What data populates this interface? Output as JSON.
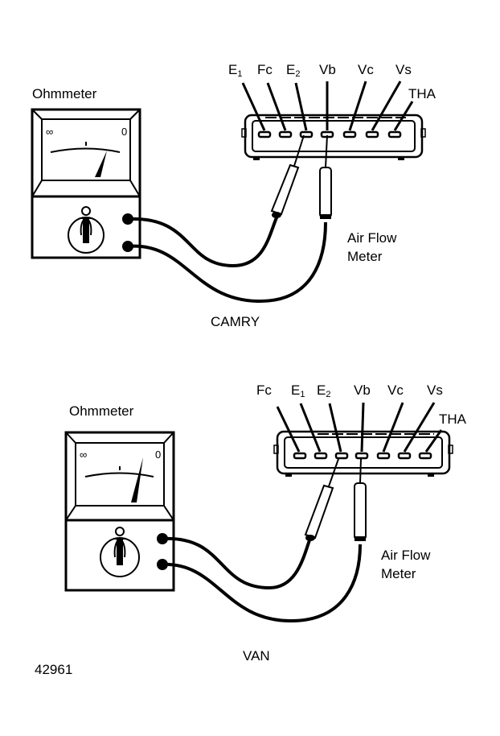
{
  "figure_id": "42961",
  "colors": {
    "ink": "#000000",
    "paper": "#ffffff"
  },
  "panels": [
    {
      "caption": "CAMRY",
      "meter_label": "Ohmmeter",
      "meter_scale": {
        "left": "∞",
        "right": "0"
      },
      "component_label_line1": "Air Flow",
      "component_label_line2": "Meter",
      "pins": [
        "E1",
        "Fc",
        "E2",
        "Vb",
        "Vc",
        "Vs",
        "THA"
      ],
      "pin_labels": [
        {
          "main": "E",
          "sub": "1"
        },
        {
          "main": "Fc",
          "sub": ""
        },
        {
          "main": "E",
          "sub": "2"
        },
        {
          "main": "Vb",
          "sub": ""
        },
        {
          "main": "Vc",
          "sub": ""
        },
        {
          "main": "Vs",
          "sub": ""
        },
        {
          "main": "THA",
          "sub": ""
        }
      ],
      "probed_pins": [
        "E2",
        "Vb"
      ]
    },
    {
      "caption": "VAN",
      "meter_label": "Ohmmeter",
      "meter_scale": {
        "left": "∞",
        "right": "0"
      },
      "component_label_line1": "Air Flow",
      "component_label_line2": "Meter",
      "pins": [
        "Fc",
        "E1",
        "E2",
        "Vb",
        "Vc",
        "Vs",
        "THA"
      ],
      "pin_labels": [
        {
          "main": "Fc",
          "sub": ""
        },
        {
          "main": "E",
          "sub": "1"
        },
        {
          "main": "E",
          "sub": "2"
        },
        {
          "main": "Vb",
          "sub": ""
        },
        {
          "main": "Vc",
          "sub": ""
        },
        {
          "main": "Vs",
          "sub": ""
        },
        {
          "main": "THA",
          "sub": ""
        }
      ],
      "probed_pins": [
        "E2",
        "Vb"
      ]
    }
  ]
}
